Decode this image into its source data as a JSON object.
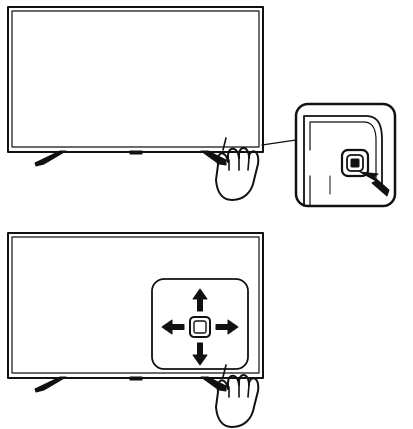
{
  "figure": {
    "panels": [
      {
        "id": "top",
        "description_items": [
          "tv",
          "stand-left",
          "stand-right",
          "hand-pointer",
          "callout-zoom-joystick"
        ]
      },
      {
        "id": "bottom",
        "description_items": [
          "tv",
          "stand-left",
          "stand-right",
          "hand-pointer",
          "callout-directions"
        ]
      }
    ],
    "icons": {
      "joystick": "joystick-button-icon",
      "arrow_up": "arrow-up-icon",
      "arrow_down": "arrow-down-icon",
      "arrow_left": "arrow-left-icon",
      "arrow_right": "arrow-right-icon",
      "hand": "hand-pointer-icon",
      "press_arrow": "press-arrow-icon"
    },
    "colors": {
      "line": "#111111",
      "background": "#ffffff"
    }
  }
}
